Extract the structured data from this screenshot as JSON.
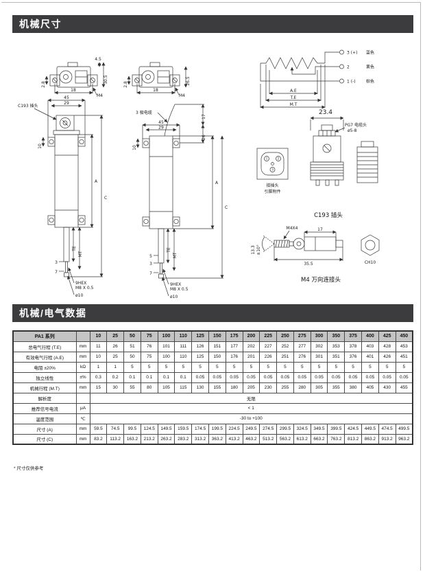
{
  "sections": {
    "mechanical_title": "机械尺寸",
    "data_title": "机械/电气数据"
  },
  "footnote": "* 尺寸仅供参考",
  "drawings": {
    "top_view_1": {
      "dim_left": "2.8",
      "dim_right_inner": "4.5",
      "dim_right_outer": "30.5",
      "dim_bottom": "18",
      "thread_label": "M4"
    },
    "top_view_2": {
      "dim_left": "2.8",
      "dim_right": "26.5",
      "dim_bottom": "18",
      "thread_label": "M4"
    },
    "front_view_1": {
      "callout": "C193 插头",
      "dim_top_outer": "45",
      "dim_top_inner": "29",
      "dim_left": "10",
      "dim_a": "A",
      "dim_c": "C",
      "dim_te": "TE",
      "dim_mt": "MT",
      "dim_3": "3",
      "dim_7": "7",
      "hex_label_1": "9HEX",
      "hex_label_2": "M8 X 0.5",
      "dia_label": "ø10"
    },
    "front_view_2": {
      "callout": "3 极电缆",
      "dim_top_outer": "45",
      "dim_top_inner": "29",
      "dim_cable": "17",
      "dim_26": "26",
      "dim_left": "10",
      "dim_a": "A",
      "dim_c": "C",
      "dim_te": "TE",
      "dim_mt": "MT",
      "dim_5": "5",
      "dim_3": "3",
      "dim_7": "7",
      "hex_label_1": "9HEX",
      "hex_label_2": "M8 X 0.5",
      "dia_label": "ø10"
    },
    "wiring": {
      "terminal_3": "3 (+)",
      "terminal_3_color": "蓝色",
      "terminal_2": "2",
      "terminal_2_color": "黄色",
      "terminal_1": "1 (-)",
      "terminal_1_color": "棕色",
      "dim_ae": "A.E",
      "dim_te": "T.E",
      "dim_mt": "M.T"
    },
    "connector": {
      "dim_width": "23.4",
      "gland_label": "PG7 电缆头",
      "gland_dia": "ø5-8",
      "pins": [
        "1",
        "2",
        "3"
      ],
      "pin_note_1": "接插头",
      "pin_note_2": "引脚附件",
      "caption": "C193 插头"
    },
    "rod_end": {
      "thread_label": "M4X4",
      "dim_length": "35.5",
      "dim_17": "17",
      "hex_label": "CH10",
      "angle_label": "±10°",
      "dim_height": "13.3",
      "caption": "M4 万向连接头"
    }
  },
  "table": {
    "series_label": "PA1 系列",
    "unit_header": "",
    "columns": [
      "10",
      "25",
      "50",
      "75",
      "100",
      "110",
      "125",
      "150",
      "175",
      "200",
      "225",
      "250",
      "275",
      "300",
      "350",
      "375",
      "400",
      "425",
      "450"
    ],
    "rows": [
      {
        "label": "总电气行程 (T.E)",
        "unit": "mm",
        "values": [
          "11",
          "26",
          "51",
          "76",
          "101",
          "111",
          "126",
          "151",
          "177",
          "202",
          "227",
          "252",
          "277",
          "302",
          "353",
          "378",
          "403",
          "428",
          "453"
        ]
      },
      {
        "label": "有效电气行程 (A.E)",
        "unit": "mm",
        "values": [
          "10",
          "25",
          "50",
          "75",
          "100",
          "110",
          "125",
          "150",
          "176",
          "201",
          "226",
          "251",
          "276",
          "301",
          "351",
          "376",
          "401",
          "426",
          "451"
        ]
      },
      {
        "label": "电阻 ±20%",
        "unit": "kΩ",
        "values": [
          "1",
          "1",
          "5",
          "5",
          "5",
          "5",
          "5",
          "5",
          "5",
          "5",
          "5",
          "5",
          "5",
          "5",
          "5",
          "5",
          "5",
          "5",
          "5"
        ]
      },
      {
        "label": "独立线性",
        "unit": "±%",
        "values": [
          "0.3",
          "0.2",
          "0.1",
          "0.1",
          "0.1",
          "0.1",
          "0.05",
          "0.05",
          "0.05",
          "0.05",
          "0.05",
          "0.05",
          "0.05",
          "0.05",
          "0.05",
          "0.05",
          "0.05",
          "0.05",
          "0.05"
        ]
      },
      {
        "label": "机械行程 (M.T)",
        "unit": "mm",
        "values": [
          "15",
          "30",
          "55",
          "80",
          "105",
          "115",
          "130",
          "155",
          "180",
          "205",
          "230",
          "255",
          "280",
          "305",
          "355",
          "380",
          "405",
          "430",
          "455"
        ]
      },
      {
        "label": "解析度",
        "unit": "",
        "span_value": "无限"
      },
      {
        "label": "推荐信号电流",
        "unit": "μA",
        "span_value": "< 1"
      },
      {
        "label": "温度范围",
        "unit": "℃",
        "span_value": "-30 to +100"
      },
      {
        "label": "尺寸 (A)",
        "unit": "mm",
        "values": [
          "59.5",
          "74.5",
          "99.5",
          "124.5",
          "149.5",
          "159.5",
          "174.5",
          "199.5",
          "224.5",
          "249.5",
          "274.5",
          "299.5",
          "324.5",
          "349.5",
          "399.5",
          "424.5",
          "449.5",
          "474.5",
          "499.5"
        ]
      },
      {
        "label": "尺寸 (C)",
        "unit": "mm",
        "values": [
          "83.2",
          "113.2",
          "163.2",
          "213.2",
          "263.2",
          "283.2",
          "313.2",
          "363.2",
          "413.2",
          "463.2",
          "513.2",
          "563.2",
          "613.2",
          "663.2",
          "763.2",
          "813.2",
          "863.2",
          "913.2",
          "963.2"
        ]
      }
    ]
  }
}
